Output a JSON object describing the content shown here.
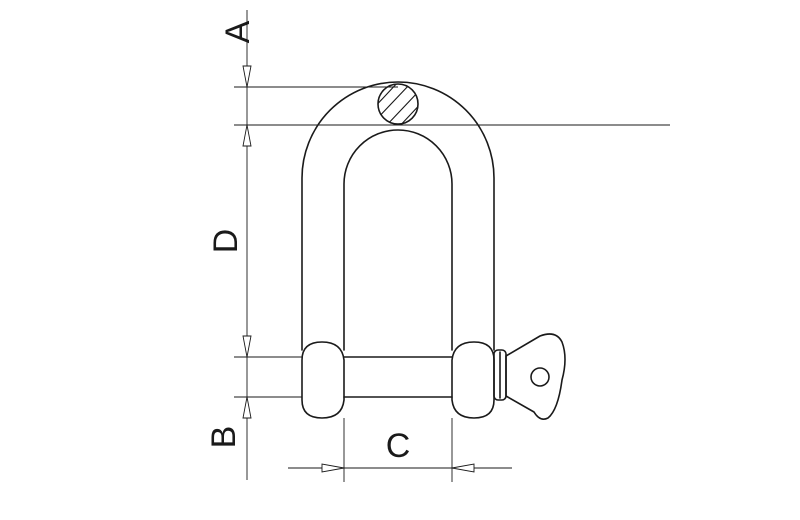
{
  "diagram": {
    "dimension_labels": {
      "a": "A",
      "d": "D",
      "b": "B",
      "c": "C"
    }
  }
}
